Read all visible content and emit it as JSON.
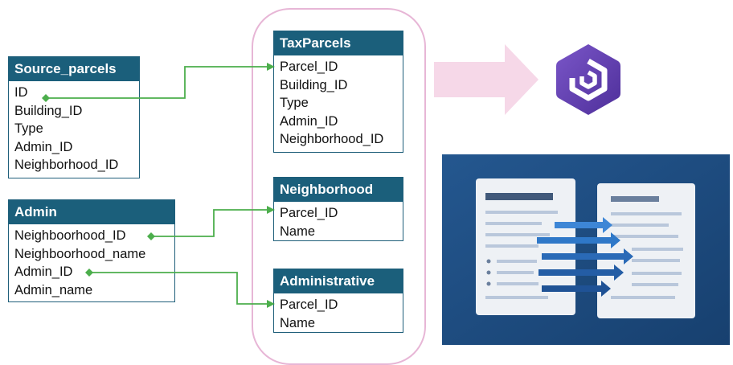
{
  "tables": {
    "source_parcels": {
      "title": "Source_parcels",
      "fields": [
        "ID",
        "Building_ID",
        "Type",
        "Admin_ID",
        "Neighborhood_ID"
      ]
    },
    "admin": {
      "title": "Admin",
      "fields": [
        "Neighboorhood_ID",
        "Neighboorhood_name",
        "Admin_ID",
        "Admin_name"
      ]
    },
    "taxparcels": {
      "title": "TaxParcels",
      "fields": [
        "Parcel_ID",
        "Building_ID",
        "Type",
        "Admin_ID",
        "Neighborhood_ID"
      ]
    },
    "neighborhood": {
      "title": "Neighborhood",
      "fields": [
        "Parcel_ID",
        "Name"
      ]
    },
    "administrative": {
      "title": "Administrative",
      "fields": [
        "Parcel_ID",
        "Name"
      ]
    }
  },
  "colors": {
    "table_header": "#1b5f7b",
    "connector": "#4cae4c",
    "target_outline": "#e7b6d6",
    "flow_arrow": "#f6d8e8",
    "logo_purple": "#6a45b8",
    "illustration_bg": "#1e4f86"
  },
  "icons": [
    "relationship-connector",
    "flow-arrow-icon",
    "product-logo-icon",
    "schema-mapping-illustration"
  ]
}
